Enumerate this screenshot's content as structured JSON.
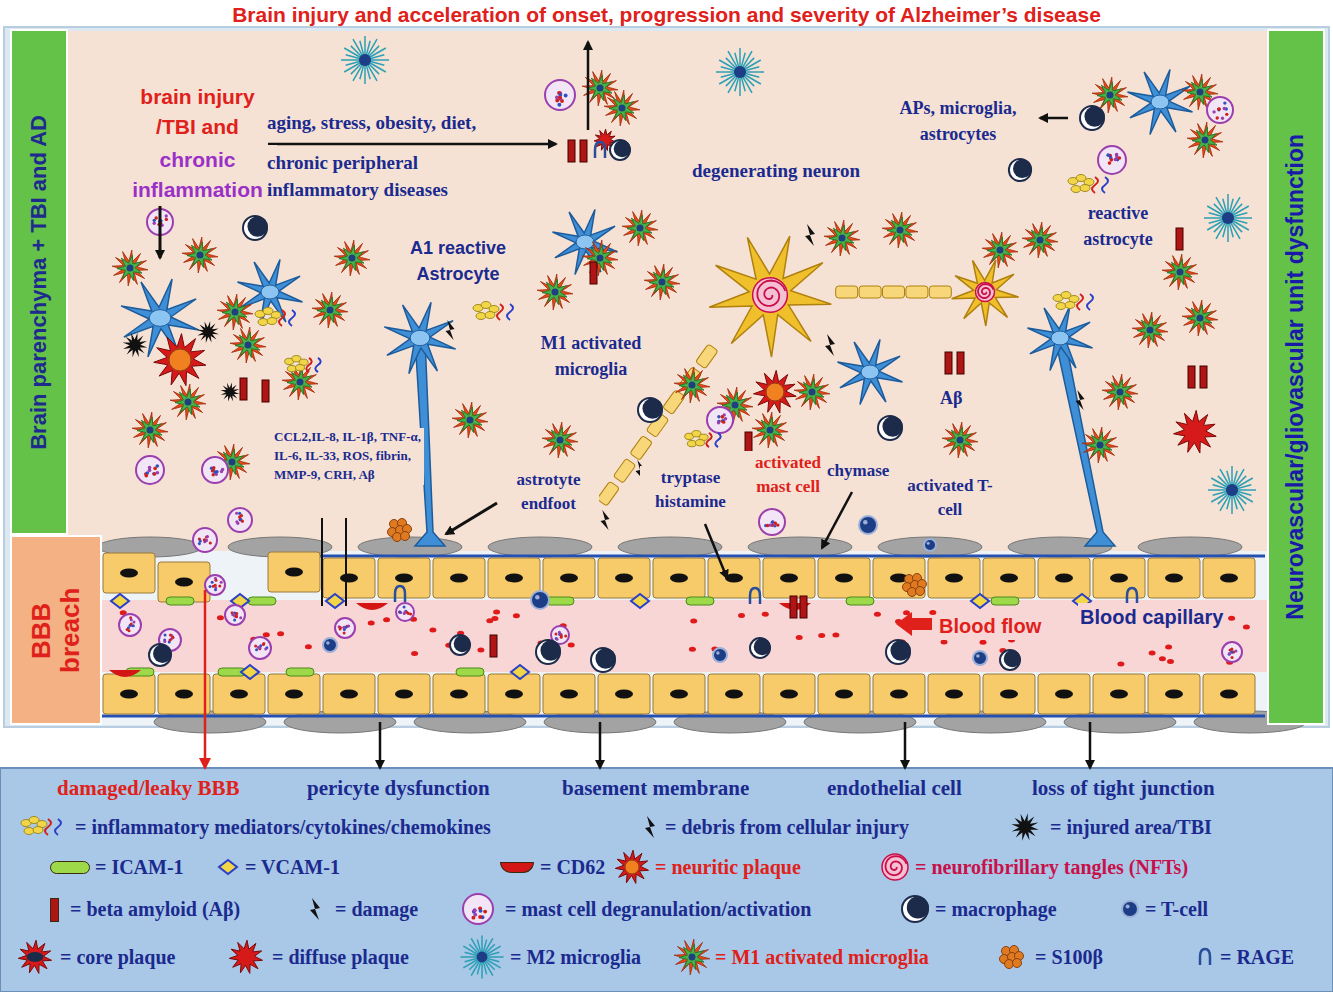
{
  "diagram": {
    "title": "Brain injury and acceleration of onset, progression and severity of Alzheimer’s disease",
    "nodes": [
      {
        "text": [
          "Brain parenchyma + TBI and AD"
        ]
      },
      {
        "text": [
          "Neurovascular/gliovascular unit dysfunction"
        ]
      },
      {
        "text": [
          "BBB breach"
        ]
      }
    ],
    "labels": [
      "brain injury /TBI and",
      "chronic inflammation",
      "aging, stress, obesity, diet,",
      "chronic peripheral inflammatory diseases",
      "APs, microglia, astrocytes",
      "degenerating neuron",
      "A1 reactive Astrocyte",
      "reactive astrocyte",
      "M1 activated microglia",
      "Aβ",
      "CCL2,IL-8, IL-1β, TNF-α, IL-6, IL-33, ROS, fibrin, MMP-9, CRH, Aβ",
      "astrotyte endfoot",
      "tryptase histamine",
      "activated mast cell",
      "chymase",
      "activated T-cell",
      "Blood flow",
      "Blood capillary",
      "damaged/leaky BBB",
      "pericyte dysfunction",
      "basement membrane",
      "endothelial cell",
      "loss of tight junction"
    ],
    "legend": [
      {
        "text": "= inflammatory mediators/cytokines/chemokines"
      },
      {
        "text": "= debris from cellular injury"
      },
      {
        "text": "= injured area/TBI"
      },
      {
        "text": "= ICAM-1",
        "color": "#9ed94a"
      },
      {
        "text": "= VCAM-1"
      },
      {
        "text": "= CD62",
        "color": "#d41515"
      },
      {
        "text": "= neuritic plaque"
      },
      {
        "text": "= neurofibrillary tangles (NFTs)"
      },
      {
        "text": "= beta amyloid (Aβ)",
        "color": "#b01515"
      },
      {
        "text": "= damage"
      },
      {
        "text": "= mast cell degranulation/activation"
      },
      {
        "text": "= macrophage"
      },
      {
        "text": "= T-cell"
      },
      {
        "text": "= core plaque"
      },
      {
        "text": "= diffuse plaque"
      },
      {
        "text": "= M2 microglia"
      },
      {
        "text": "= M1 activated microglia"
      },
      {
        "text": "= S100β"
      },
      {
        "text": "= RAGE"
      }
    ]
  }
}
